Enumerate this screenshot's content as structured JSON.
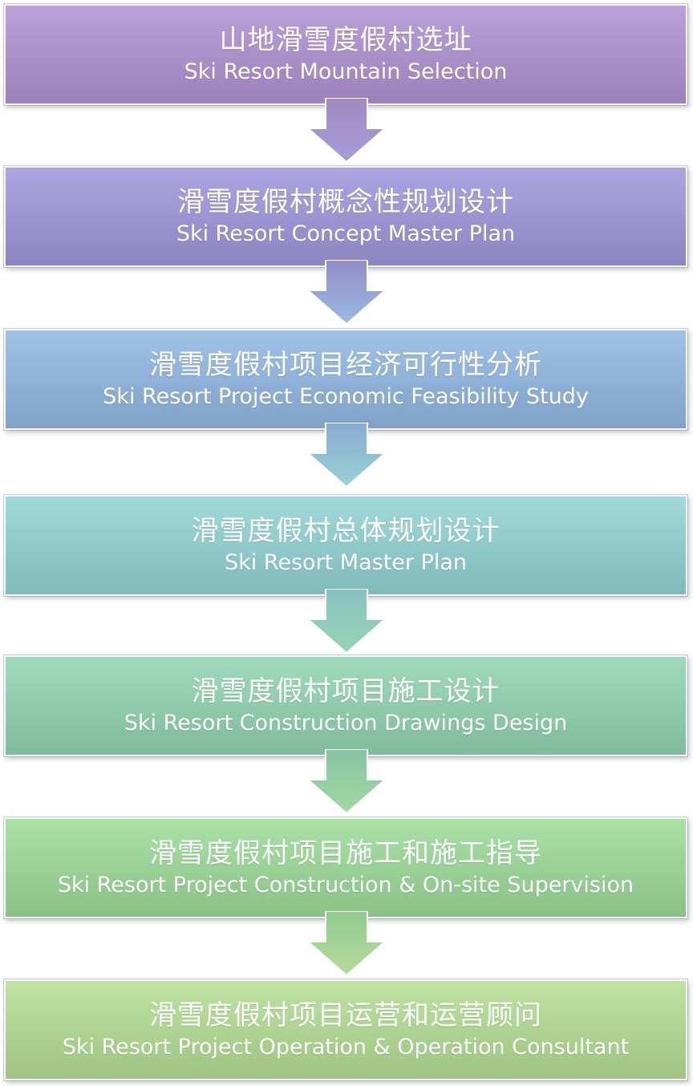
{
  "steps": [
    {
      "zh": "山地滑雪度假村选址",
      "en": "Ski Resort Mountain Selection",
      "color": "#a98fc8"
    },
    {
      "zh": "滑雪度假村概念性规划设计",
      "en": "Ski Resort Concept Master Plan",
      "color": "#9a93cf"
    },
    {
      "zh": "滑雪度假村项目经济可行性分析",
      "en": "Ski Resort Project Economic Feasibility Study",
      "color": "#8fb0d6"
    },
    {
      "zh": "滑雪度假村总体规划设计",
      "en": "Ski Resort Master Plan",
      "color": "#8ec8c8"
    },
    {
      "zh": "滑雪度假村项目施工设计",
      "en": "Ski Resort Construction Drawings Design",
      "color": "#8dc9aa"
    },
    {
      "zh": "滑雪度假村项目施工和施工指导",
      "en": "Ski Resort Project Construction & On-site Supervision",
      "color": "#97cf95"
    },
    {
      "zh": "滑雪度假村项目运营和运营顾问",
      "en": "Ski Resort Project Operation & Operation Consultant",
      "color": "#add190"
    }
  ]
}
